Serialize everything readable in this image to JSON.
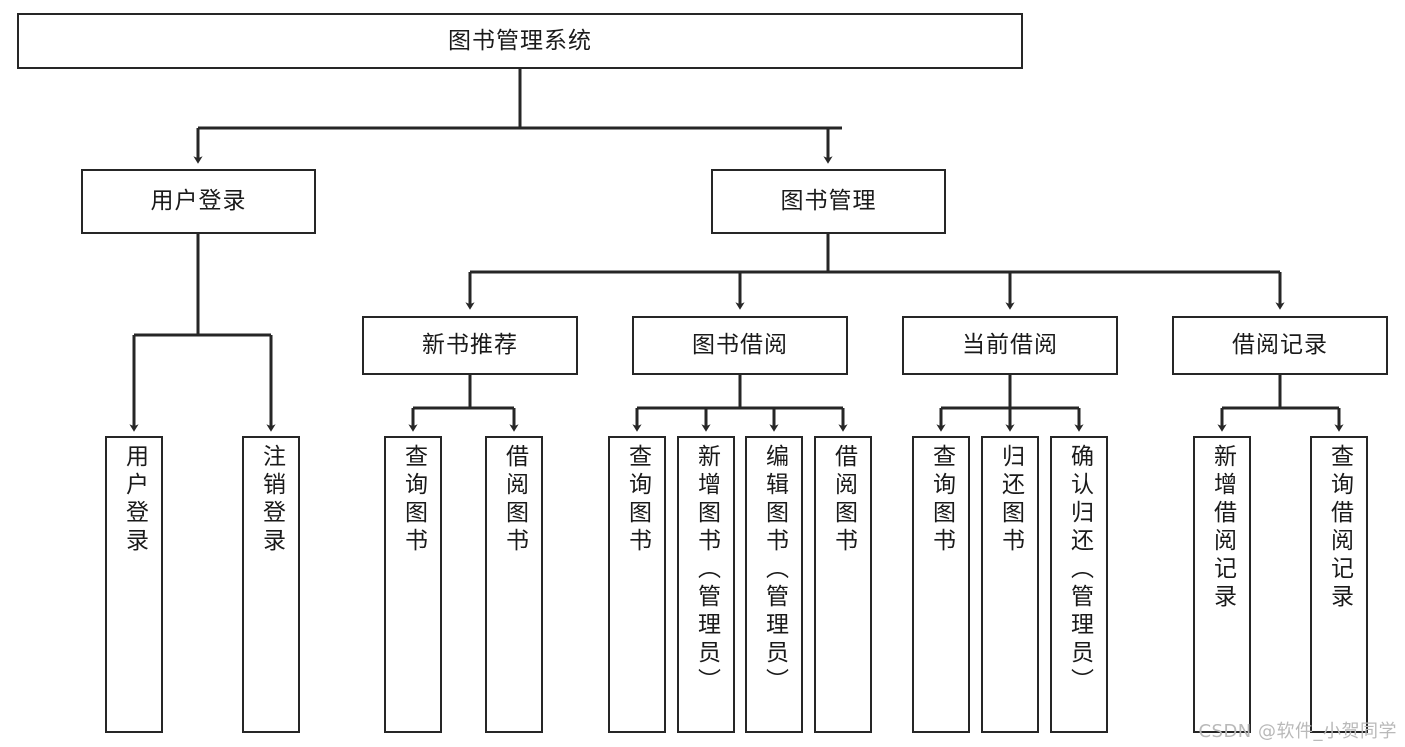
{
  "diagram": {
    "type": "tree",
    "title": "图书管理系统",
    "root": {
      "label": "图书管理系统"
    },
    "level2": [
      {
        "id": "user-login",
        "label": "用户登录"
      },
      {
        "id": "book-manage",
        "label": "图书管理"
      }
    ],
    "level3": [
      {
        "id": "new-book-recommend",
        "label": "新书推荐",
        "parent": "book-manage"
      },
      {
        "id": "book-borrow",
        "label": "图书借阅",
        "parent": "book-manage"
      },
      {
        "id": "current-borrow",
        "label": "当前借阅",
        "parent": "book-manage"
      },
      {
        "id": "borrow-record",
        "label": "借阅记录",
        "parent": "book-manage"
      }
    ],
    "leaves": [
      {
        "id": "leaf-user-login",
        "label": "用户登录",
        "parent": "user-login"
      },
      {
        "id": "leaf-user-logout",
        "label": "注销登录",
        "parent": "user-login"
      },
      {
        "id": "leaf-query-book-1",
        "label": "查询图书",
        "parent": "new-book-recommend"
      },
      {
        "id": "leaf-borrow-book-1",
        "label": "借阅图书",
        "parent": "new-book-recommend"
      },
      {
        "id": "leaf-query-book-2",
        "label": "查询图书",
        "parent": "book-borrow"
      },
      {
        "id": "leaf-add-book",
        "label": "新增图书（管理员）",
        "parent": "book-borrow"
      },
      {
        "id": "leaf-edit-book",
        "label": "编辑图书（管理员）",
        "parent": "book-borrow"
      },
      {
        "id": "leaf-borrow-book-2",
        "label": "借阅图书",
        "parent": "book-borrow"
      },
      {
        "id": "leaf-query-book-3",
        "label": "查询图书",
        "parent": "current-borrow"
      },
      {
        "id": "leaf-return-book",
        "label": "归还图书",
        "parent": "current-borrow"
      },
      {
        "id": "leaf-confirm-return",
        "label": "确认归还（管理员）",
        "parent": "current-borrow"
      },
      {
        "id": "leaf-add-record",
        "label": "新增借阅记录",
        "parent": "borrow-record"
      },
      {
        "id": "leaf-query-record",
        "label": "查询借阅记录",
        "parent": "borrow-record"
      }
    ],
    "colors": {
      "stroke": "#262626",
      "box_fill": "#ffffff",
      "text": "#1a1a1a",
      "watermark": "#b9b9b9",
      "background": "#ffffff"
    }
  },
  "watermark": {
    "text": "CSDN @软件_小贺同学"
  }
}
